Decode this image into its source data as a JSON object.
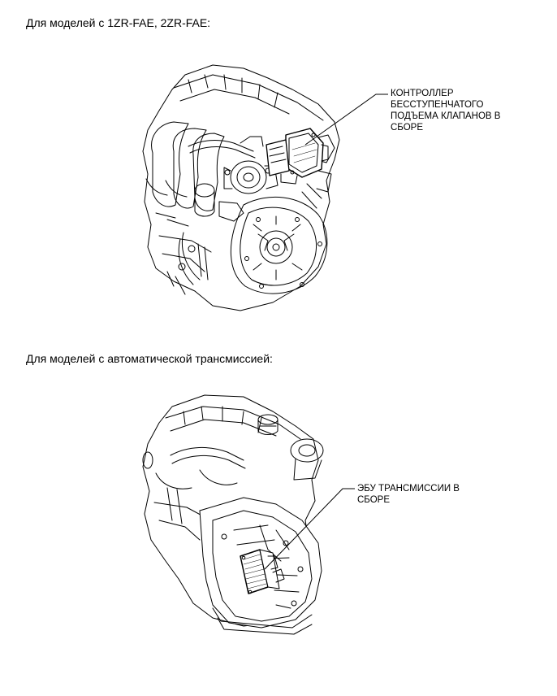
{
  "sections": [
    {
      "heading": "Для моделей с 1ZR-FAE, 2ZR-FAE:",
      "callout": "КОНТРОЛЛЕР\nБЕССТУПЕНЧАТОГО\nПОДЪЕМА КЛАПАНОВ В\nСБОРЕ",
      "illustration_icon": "engine-with-valvematic-controller-drawing"
    },
    {
      "heading": "Для моделей с автоматической трансмиссией:",
      "callout": "ЭБУ ТРАНСМИССИИ В\nСБОРЕ",
      "illustration_icon": "engine-transaxle-with-ecu-drawing"
    }
  ]
}
